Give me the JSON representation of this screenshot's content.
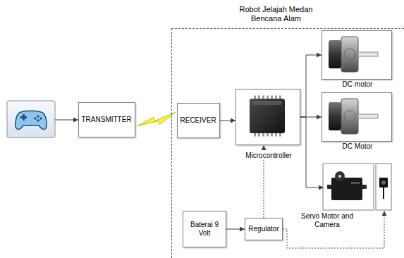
{
  "diagram": {
    "nodes": [
      {
        "text": [
          "TRANSMITTER"
        ]
      },
      {
        "text": [
          "Robot Jelajah Medan Bencana Alam"
        ]
      },
      {
        "text": [
          "RECEIVER"
        ],
        "in": 1
      },
      {
        "text": [
          "Microcontroller"
        ],
        "in": 1
      },
      {
        "text": [
          "DC motor"
        ],
        "in": 1
      },
      {
        "text": [
          "DC Motor"
        ],
        "in": 1
      },
      {
        "text": [
          "Servo Motor and Camera"
        ],
        "in": 1
      },
      {
        "text": [
          "Baterai 9 Volt"
        ],
        "in": 1
      },
      {
        "text": [
          "Regulator"
        ],
        "in": 1
      }
    ],
    "edges": [
      {
        "from": 0,
        "to": 2,
        "arrow": "none"
      },
      {
        "from": 2,
        "to": 3,
        "arrow": "to"
      },
      {
        "from": 3,
        "to": 4,
        "arrow": "to"
      },
      {
        "from": 3,
        "to": 5,
        "arrow": "to"
      },
      {
        "from": 3,
        "to": 6,
        "arrow": "to"
      },
      {
        "from": 7,
        "to": 8,
        "arrow": "to"
      },
      {
        "from": 8,
        "to": 3,
        "arrow": "to"
      },
      {
        "from": 8,
        "to": 6,
        "arrow": "to"
      }
    ]
  }
}
